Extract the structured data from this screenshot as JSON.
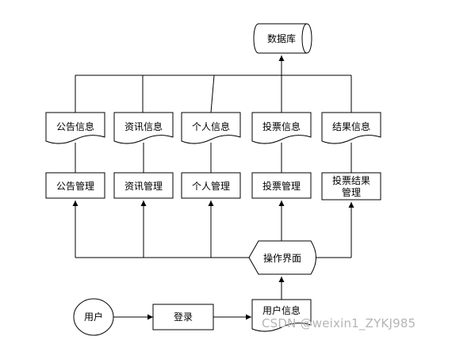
{
  "diagram": {
    "database": "数据库",
    "documents": [
      "公告信息",
      "资讯信息",
      "个人信息",
      "投票信息",
      "结果信息"
    ],
    "modules": [
      "公告管理",
      "资讯管理",
      "个人管理",
      "投票管理",
      [
        "投票结果",
        "管理"
      ]
    ],
    "interface": "操作界面",
    "user": "用户",
    "login": "登录",
    "user_info": "用户信息"
  },
  "watermark": "CSDN @weixin1_ZYKJ985"
}
